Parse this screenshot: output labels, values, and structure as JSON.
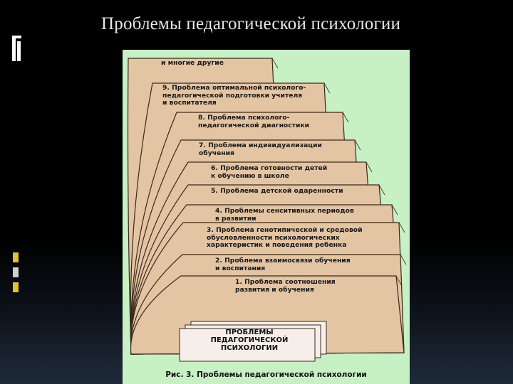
{
  "slide": {
    "title": "Проблемы  педагогической психологии"
  },
  "diagram": {
    "cards": [
      {
        "text": "и многие другие"
      },
      {
        "text": "9. Проблема оптимальной психолого-\nпедагогической подготовки учителя\nи воспитателя"
      },
      {
        "text": "8. Проблема психолого-\nпедагогической диагностики"
      },
      {
        "text": "7. Проблема индивидуализации\nобучения"
      },
      {
        "text": "6. Проблема готовности детей\nк обучению в школе"
      },
      {
        "text": "5. Проблема детской одаренности"
      },
      {
        "text": "4. Проблемы сенситивных периодов\nв развитии"
      },
      {
        "text": "3. Проблема генотипической и средовой\nобусловленности психологических\nхарактеристик и поведения ребенка"
      },
      {
        "text": "2. Проблема взаимосвязи обучения\nи воспитания"
      },
      {
        "text": "1. Проблема соотношения\nразвития и обучения"
      }
    ],
    "base_label": "ПРОБЛЕМЫ\nПЕДАГОГИЧЕСКОЙ\nПСИХОЛОГИИ",
    "caption": "Рис. 3. Проблемы педагогической психологии"
  },
  "colors": {
    "card_fill": "#e3c4a3",
    "card_stroke": "#3a2a1c",
    "figure_bg": "#c7f0c4",
    "title_text": "#e8e8e8"
  }
}
